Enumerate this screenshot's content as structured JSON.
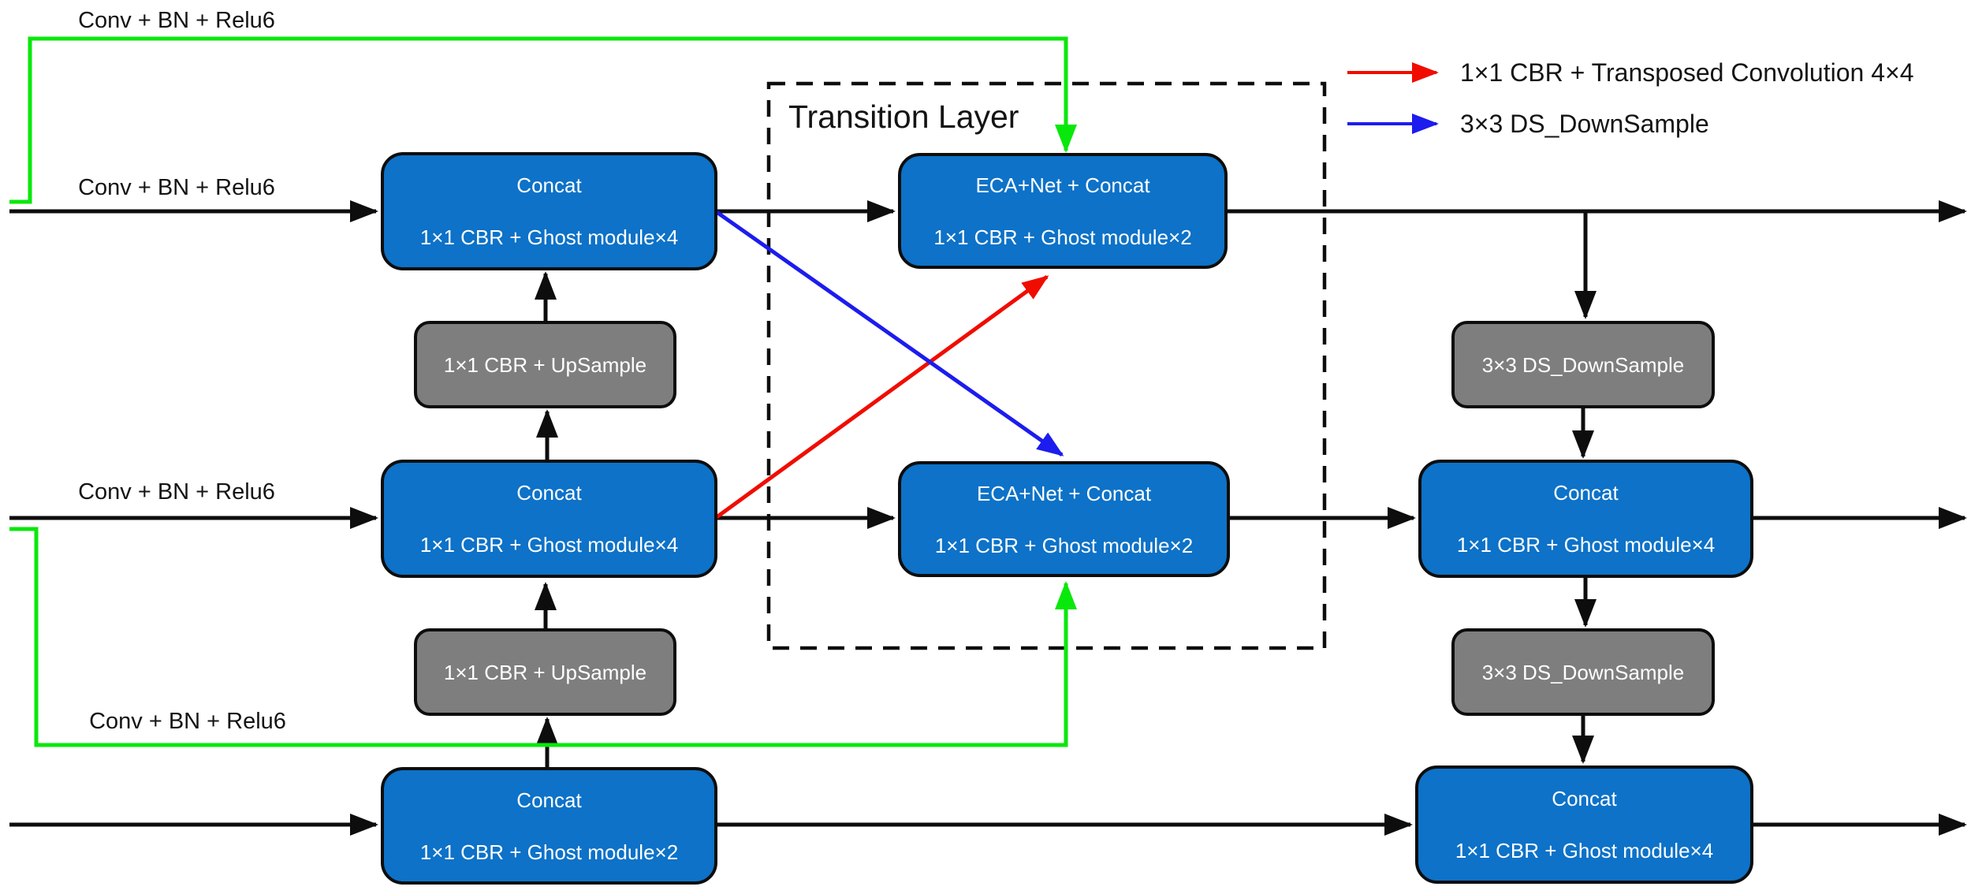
{
  "colors": {
    "blue_box": "#0d72c8",
    "gray_box": "#7e7e7e",
    "box_text": "#ffffff",
    "label_text": "#141414",
    "line": "#0d0d0d",
    "green": "#09e80b",
    "red": "#f00d00",
    "arrow_blue": "#1c1cee"
  },
  "labels": {
    "conv_top": "Conv + BN + Relu6",
    "conv_row1": "Conv + BN + Relu6",
    "conv_row2": "Conv + BN + Relu6",
    "conv_row3": "Conv + BN + Relu6"
  },
  "transition": {
    "title": "Transition Layer"
  },
  "legend": {
    "red_label": "1×1 CBR + Transposed Convolution 4×4",
    "blue_label": "3×3 DS_DownSample"
  },
  "boxes": {
    "concat_r1l": {
      "line1": "Concat",
      "line2": "1×1 CBR + Ghost module×4"
    },
    "eca_r1": {
      "line1": "ECA+Net + Concat",
      "line2": "1×1 CBR + Ghost module×2"
    },
    "upsample_1": {
      "line1": "1×1 CBR + UpSample"
    },
    "concat_r2l": {
      "line1": "Concat",
      "line2": "1×1 CBR + Ghost module×4"
    },
    "eca_r2": {
      "line1": "ECA+Net + Concat",
      "line2": "1×1 CBR + Ghost module×2"
    },
    "concat_r2r": {
      "line1": "Concat",
      "line2": "1×1 CBR + Ghost module×4"
    },
    "downsample_1": {
      "line1": "3×3 DS_DownSample"
    },
    "upsample_2": {
      "line1": "1×1 CBR + UpSample"
    },
    "downsample_2": {
      "line1": "3×3 DS_DownSample"
    },
    "concat_r3l": {
      "line1": "Concat",
      "line2": "1×1 CBR + Ghost module×2"
    },
    "concat_r3r": {
      "line1": "Concat",
      "line2": "1×1 CBR + Ghost module×4"
    }
  }
}
